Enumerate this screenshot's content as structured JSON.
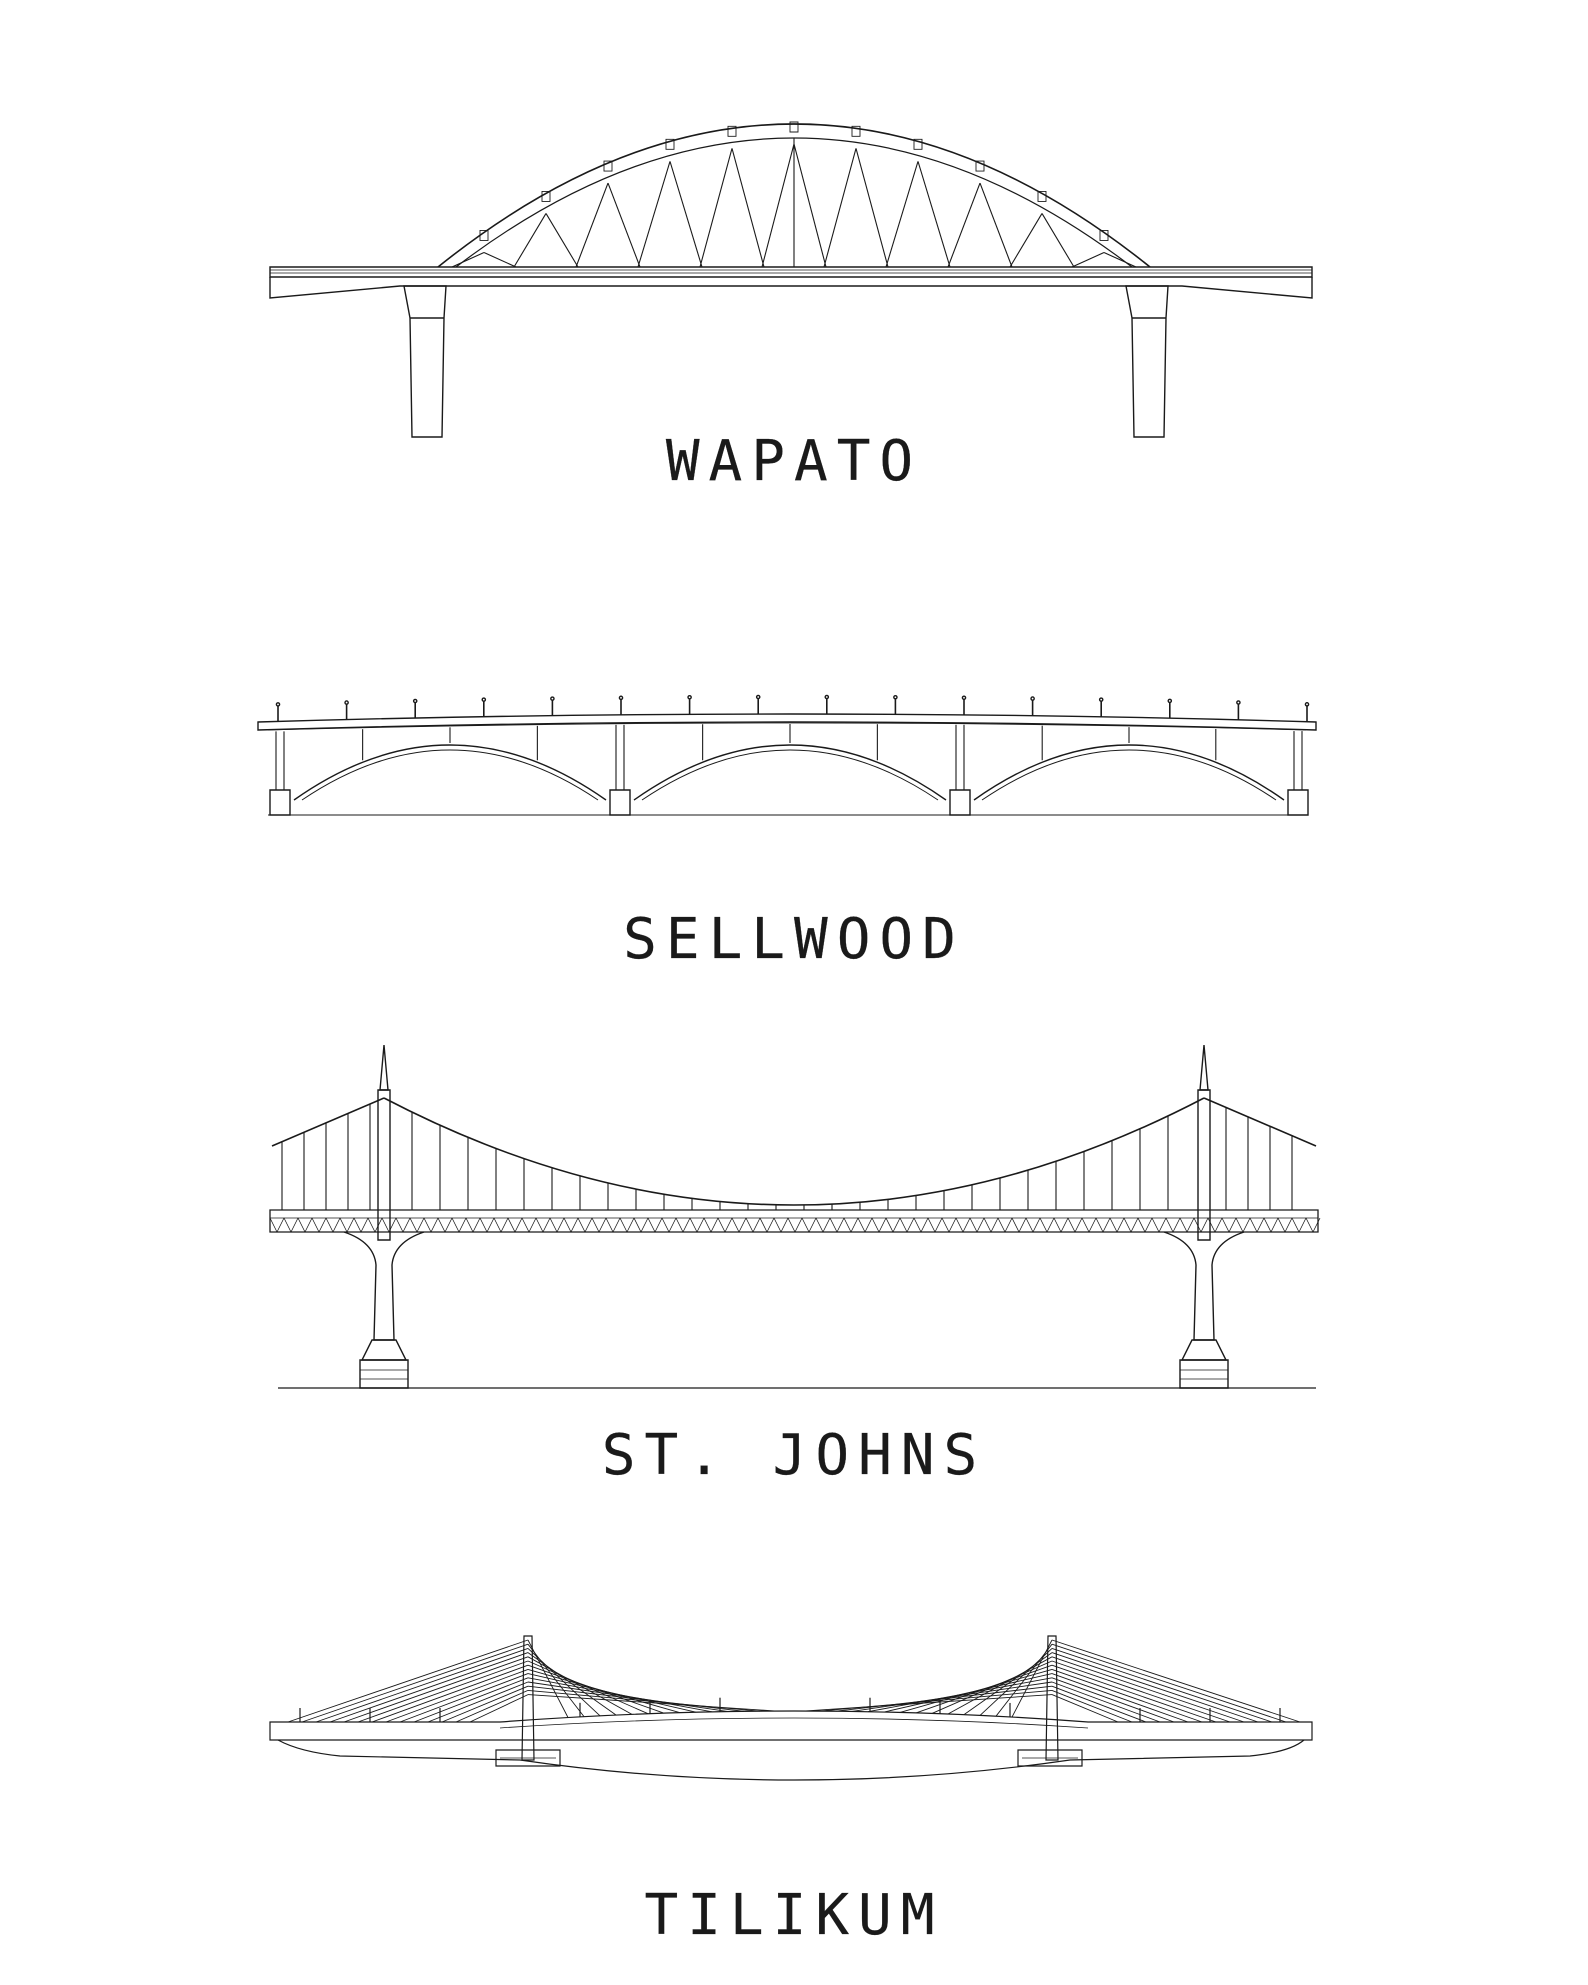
{
  "bridges": [
    {
      "id": "wapato",
      "name": "WAPATO"
    },
    {
      "id": "sellwood",
      "name": "SELLWOOD"
    },
    {
      "id": "stjohns",
      "name": "ST. JOHNS"
    },
    {
      "id": "tilikum",
      "name": "TILIKUM"
    }
  ],
  "colors": {
    "line": "#1a1a1a",
    "background": "#ffffff"
  }
}
